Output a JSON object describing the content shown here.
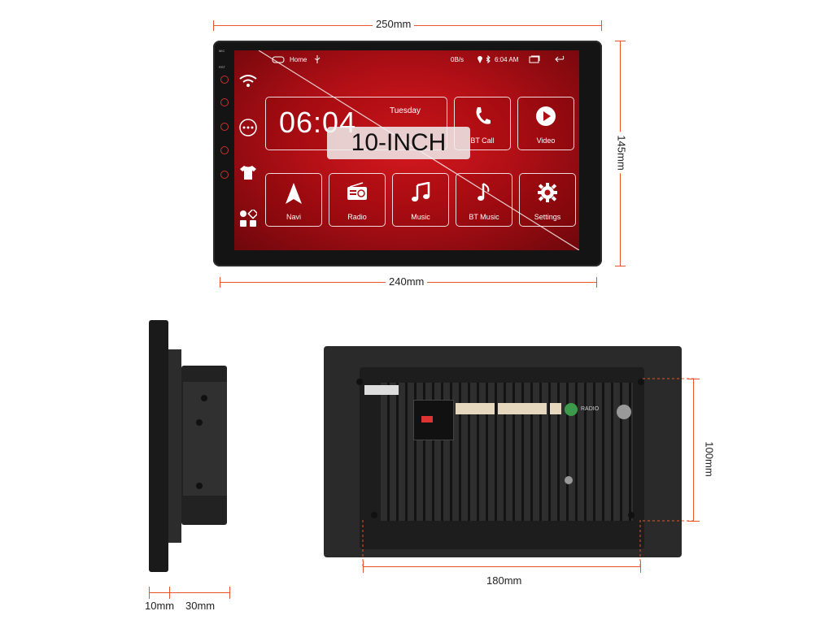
{
  "dimensions": {
    "front_width_outer": "250mm",
    "front_height": "145mm",
    "front_width_inner": "240mm",
    "side_depth_front": "10mm",
    "side_depth_back": "30mm",
    "rear_width": "180mm",
    "rear_height": "100mm"
  },
  "screen": {
    "status_home": "Home",
    "status_data": "0B/s",
    "status_time": "6:04 AM",
    "clock": "06:04",
    "day": "Tuesday",
    "badge": "10-INCH",
    "tiles": [
      {
        "label": "BT Call",
        "icon": "phone-icon"
      },
      {
        "label": "Video",
        "icon": "play-icon"
      },
      {
        "label": "Navi",
        "icon": "navigation-arrow-icon"
      },
      {
        "label": "Radio",
        "icon": "radio-icon"
      },
      {
        "label": "Music",
        "icon": "music-note-icon"
      },
      {
        "label": "BT Music",
        "icon": "bt-music-icon"
      },
      {
        "label": "Settings",
        "icon": "gear-icon"
      }
    ]
  },
  "side_buttons": {
    "mic": "MIC",
    "rst": "RST"
  },
  "rear": {
    "radio_label": "RADIO"
  },
  "colors": {
    "dimension_line": "#e8552a",
    "screen_red": "#c8141b",
    "device_body": "#141414"
  }
}
